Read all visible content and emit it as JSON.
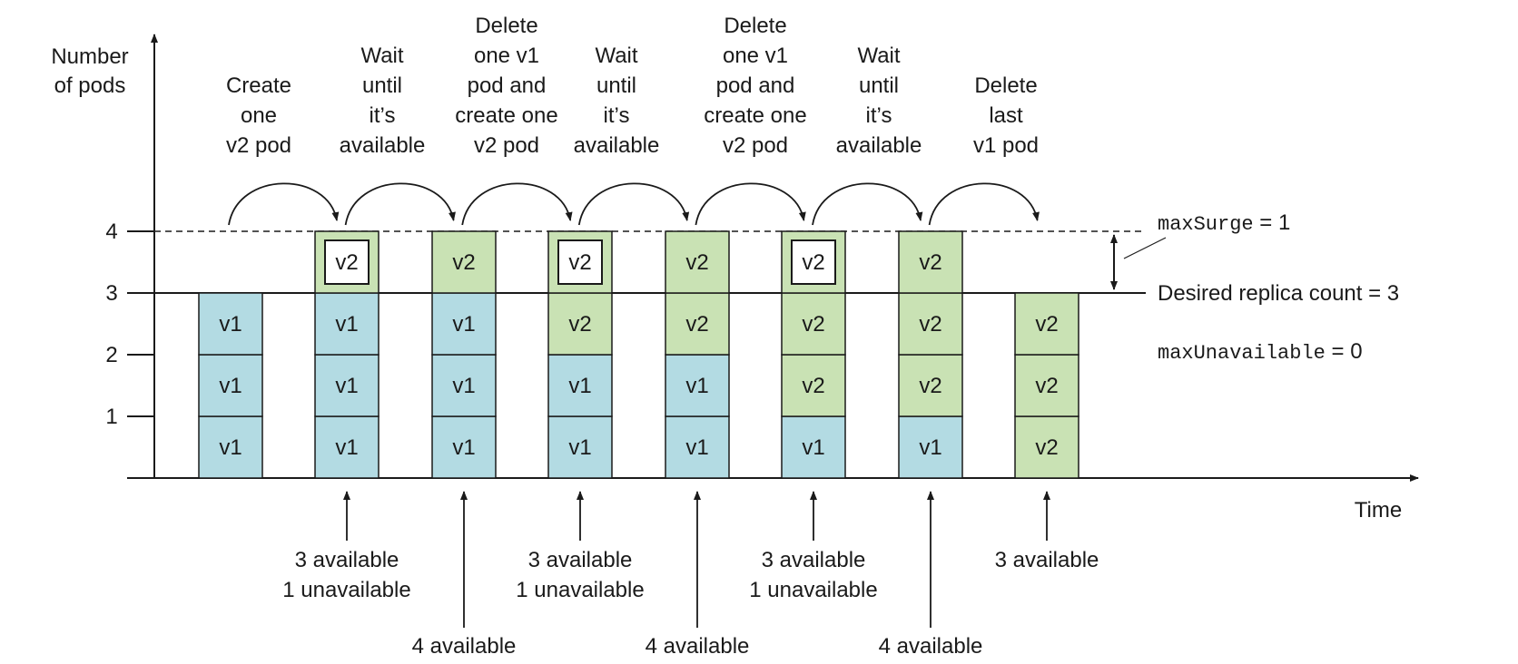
{
  "axes": {
    "y_label_line1": "Number",
    "y_label_line2": "of pods",
    "x_label": "Time",
    "y_ticks": [
      "1",
      "2",
      "3",
      "4"
    ]
  },
  "steps": [
    {
      "lines": [
        "Create",
        "one",
        "v2 pod"
      ]
    },
    {
      "lines": [
        "Wait",
        "until",
        "it’s",
        "available"
      ]
    },
    {
      "lines": [
        "Delete",
        "one v1",
        "pod and",
        "create one",
        "v2 pod"
      ]
    },
    {
      "lines": [
        "Wait",
        "until",
        "it’s",
        "available"
      ]
    },
    {
      "lines": [
        "Delete",
        "one v1",
        "pod and",
        "create one",
        "v2 pod"
      ]
    },
    {
      "lines": [
        "Wait",
        "until",
        "it’s",
        "available"
      ]
    },
    {
      "lines": [
        "Delete",
        "last",
        "v1 pod"
      ]
    }
  ],
  "columns": [
    {
      "pods": [
        "v1",
        "v1",
        "v1"
      ],
      "pending_top": false,
      "note": []
    },
    {
      "pods": [
        "v1",
        "v1",
        "v1",
        "v2"
      ],
      "pending_top": true,
      "note": [
        "3 available",
        "1 unavailable"
      ]
    },
    {
      "pods": [
        "v1",
        "v1",
        "v1",
        "v2"
      ],
      "pending_top": false,
      "note": [
        "4 available"
      ]
    },
    {
      "pods": [
        "v1",
        "v1",
        "v2",
        "v2"
      ],
      "pending_top": true,
      "note": [
        "3 available",
        "1 unavailable"
      ]
    },
    {
      "pods": [
        "v1",
        "v1",
        "v2",
        "v2"
      ],
      "pending_top": false,
      "note": [
        "4 available"
      ]
    },
    {
      "pods": [
        "v1",
        "v2",
        "v2",
        "v2"
      ],
      "pending_top": true,
      "note": [
        "3 available",
        "1 unavailable"
      ]
    },
    {
      "pods": [
        "v1",
        "v2",
        "v2",
        "v2"
      ],
      "pending_top": false,
      "note": [
        "4 available"
      ]
    },
    {
      "pods": [
        "v2",
        "v2",
        "v2"
      ],
      "pending_top": false,
      "note": [
        "3 available"
      ]
    }
  ],
  "annotations": {
    "max_surge_key": "maxSurge",
    "max_surge_value": " = 1",
    "desired_replicas": "Desired replica count = 3",
    "max_unavailable_key": "maxUnavailable",
    "max_unavailable_value": " = 0"
  },
  "colors": {
    "v1": "#b3dbe3",
    "v2": "#c9e2b4",
    "line": "#1a1a1a"
  }
}
